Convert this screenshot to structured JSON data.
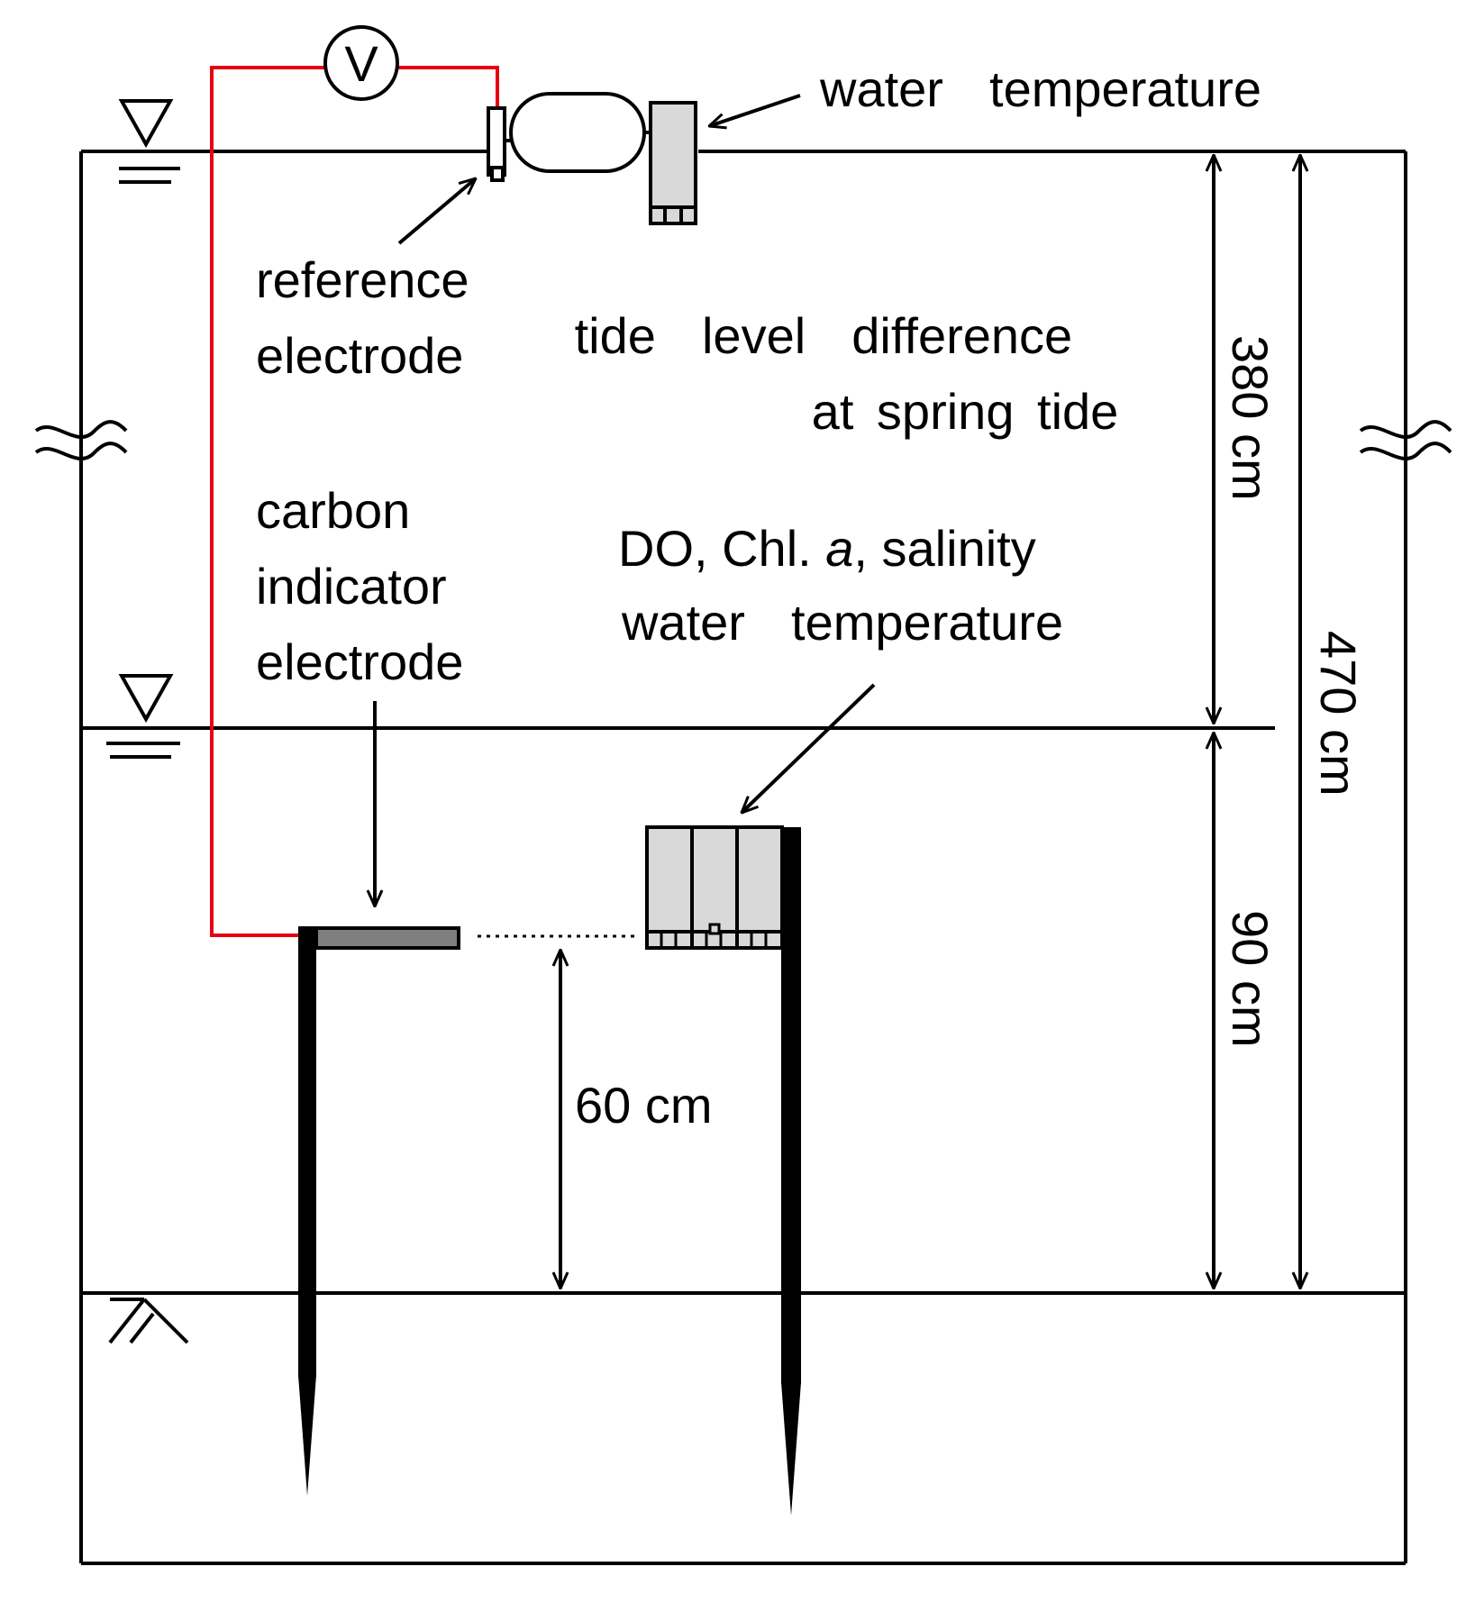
{
  "labels": {
    "voltmeter": "V",
    "water_temperature_top": "water  temperature",
    "reference_electrode": [
      "reference",
      "electrode"
    ],
    "tide_level": [
      "tide  level  difference",
      "at spring tide"
    ],
    "carbon_electrode": [
      "carbon",
      "indicator",
      "electrode"
    ],
    "do_sensor": {
      "line1_a": "DO, Chl. ",
      "line1_italic": "a",
      "line1_b": ", salinity",
      "line2": "water  temperature"
    },
    "dim_380": "380 cm",
    "dim_470": "470 cm",
    "dim_90": "90 cm",
    "dim_60": "60 cm"
  },
  "colors": {
    "wire": "#e60012",
    "ink": "#000000",
    "sensor_fill": "#d9d9d9",
    "electrode_plate": "#7f7f7f"
  },
  "icons": [
    "water-level-triangle-icon",
    "break-mark-icon",
    "seabed-hatch-icon",
    "voltmeter-icon"
  ]
}
